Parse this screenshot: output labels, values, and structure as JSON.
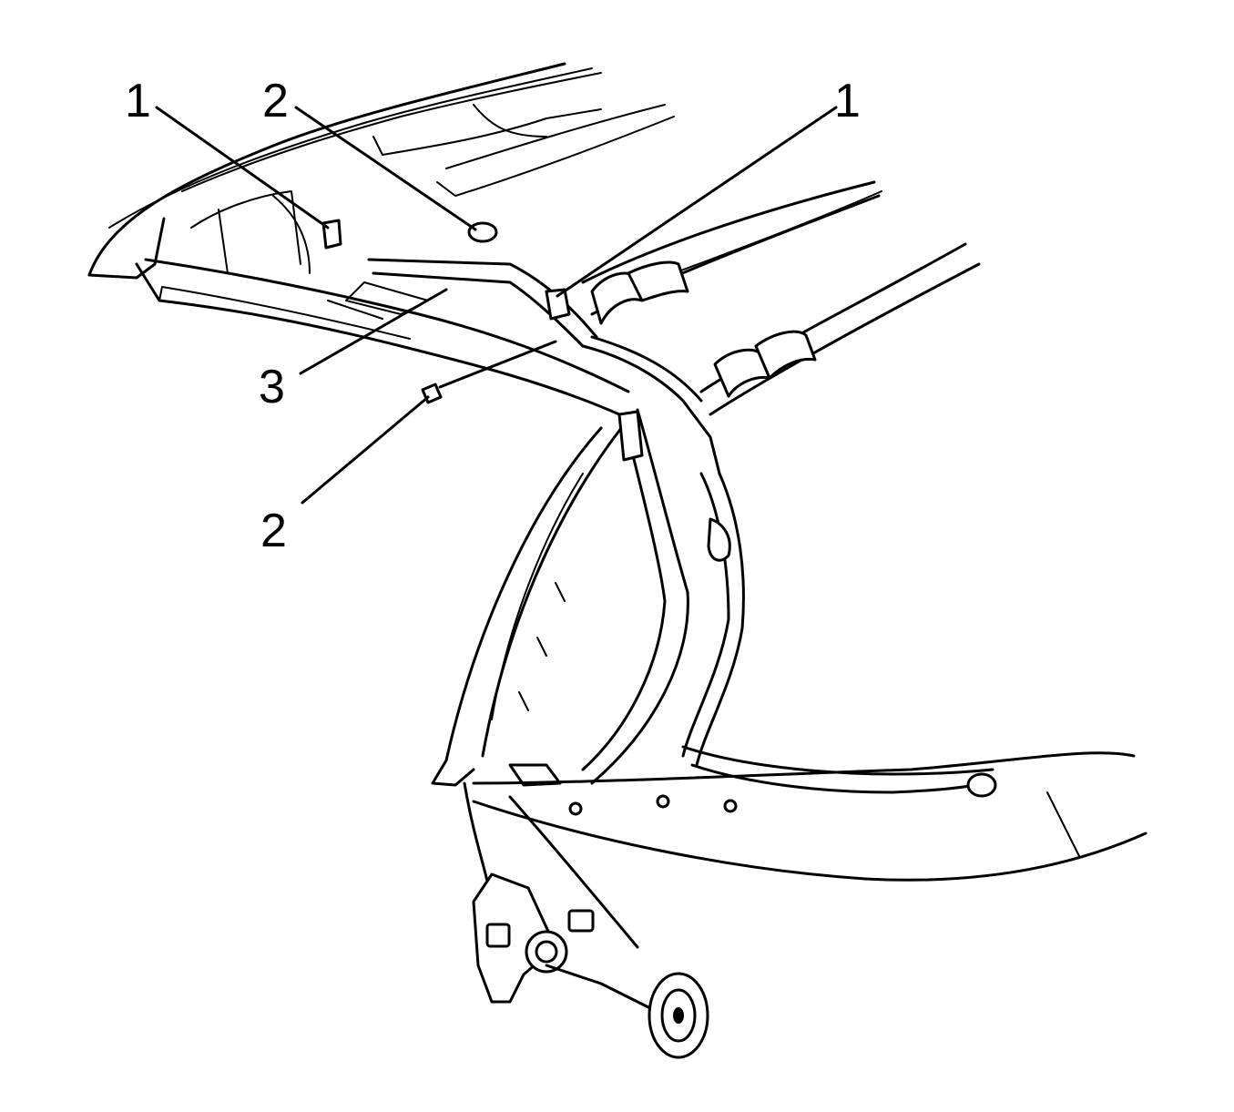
{
  "diagram": {
    "callouts": [
      {
        "id": "callout-1-left",
        "label": "1"
      },
      {
        "id": "callout-2-top",
        "label": "2"
      },
      {
        "id": "callout-1-right",
        "label": "1"
      },
      {
        "id": "callout-3",
        "label": "3"
      },
      {
        "id": "callout-2-bottom",
        "label": "2"
      }
    ],
    "colors": {
      "ink": "#000000",
      "paper": "#ffffff"
    }
  }
}
